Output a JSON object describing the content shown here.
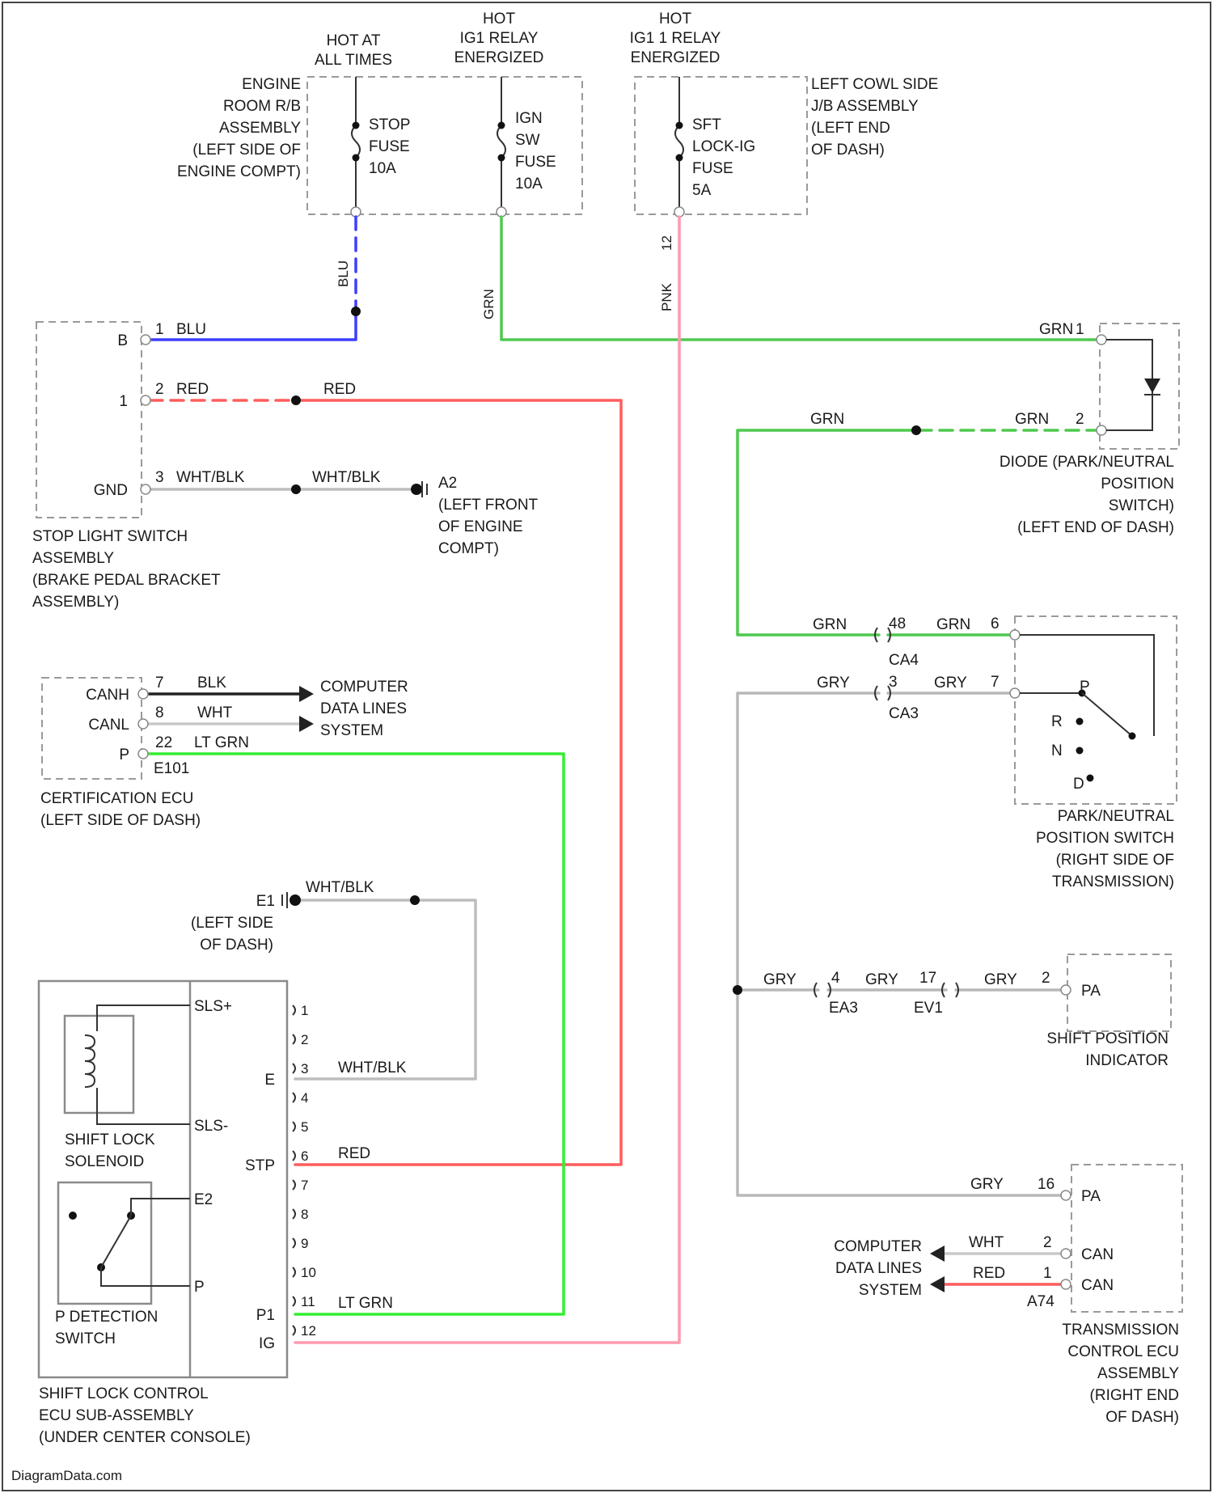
{
  "colors": {
    "BLU": "#3d3dff",
    "RED": "#ff5c5c",
    "GRN": "#4ec94e",
    "LT_GRN": "#33ee33",
    "PNK": "#ff9ab0",
    "GRY": "#b8b8b8",
    "WHT_BLK": "#bdbdbd",
    "BLK": "#222222",
    "WHT": "#c8c8c8"
  },
  "power": {
    "hot1": [
      "HOT AT",
      "ALL TIMES"
    ],
    "hot2": [
      "HOT",
      "IG1 RELAY",
      "ENERGIZED"
    ],
    "hot3": [
      "HOT",
      "IG1 1 RELAY",
      "ENERGIZED"
    ]
  },
  "engine_room": [
    "ENGINE",
    "ROOM R/B",
    "ASSEMBLY",
    "(LEFT SIDE OF",
    "ENGINE COMPT)"
  ],
  "fuses": {
    "stop": [
      "STOP",
      "FUSE",
      "10A"
    ],
    "ign": [
      "IGN",
      "SW",
      "FUSE",
      "10A"
    ],
    "sft": [
      "SFT",
      "LOCK-IG",
      "FUSE",
      "5A"
    ]
  },
  "cowl_jb": [
    "LEFT COWL SIDE",
    "J/B ASSEMBLY",
    "(LEFT END",
    "OF DASH)"
  ],
  "wire_labels": {
    "blu": "BLU",
    "grn": "GRN",
    "pnk": "PNK",
    "red": "RED",
    "wht_blk": "WHT/BLK",
    "gry": "GRY",
    "blk": "BLK",
    "wht": "WHT",
    "lt_grn": "LT GRN"
  },
  "stop_switch": {
    "pins": [
      "1",
      "2",
      "3"
    ],
    "terms": [
      "B",
      "1",
      "GND"
    ],
    "label": [
      "STOP LIGHT SWITCH",
      "ASSEMBLY",
      "(BRAKE PEDAL BRACKET",
      "ASSEMBLY)"
    ]
  },
  "ground_a2": [
    "A2",
    "(LEFT FRONT",
    "OF ENGINE",
    "COMPT)"
  ],
  "diode": {
    "pins": [
      "1",
      "2"
    ],
    "label": [
      "DIODE (PARK/NEUTRAL",
      "POSITION",
      "SWITCH)",
      "(LEFT END OF DASH)"
    ]
  },
  "cert_ecu": {
    "terms": [
      "CANH",
      "CANL",
      "P"
    ],
    "pins": [
      "7",
      "8",
      "22"
    ],
    "conn": "E101",
    "label": [
      "CERTIFICATION ECU",
      "(LEFT SIDE OF DASH)"
    ]
  },
  "computer_lines": [
    "COMPUTER",
    "DATA LINES",
    "SYSTEM"
  ],
  "pnp_switch": {
    "pin6": "6",
    "pin7": "7",
    "conn_ca4": "CA4",
    "pin48": "48",
    "conn_ca3": "CA3",
    "pin3": "3",
    "positions": [
      "R",
      "N",
      "D",
      "P"
    ],
    "label": [
      "PARK/NEUTRAL",
      "POSITION SWITCH",
      "(RIGHT SIDE OF",
      "TRANSMISSION)"
    ]
  },
  "ground_e1": [
    "E1",
    "(LEFT SIDE",
    "OF DASH)"
  ],
  "shift_indicator": {
    "pin4": "4",
    "conn_ea3": "EA3",
    "pin17": "17",
    "conn_ev1": "EV1",
    "pin2": "2",
    "term": "PA",
    "label": [
      "SHIFT POSITION",
      "INDICATOR"
    ]
  },
  "shift_lock_ecu": {
    "terms": [
      "SLS+",
      "SLS-",
      "E",
      "STP",
      "E2",
      "P",
      "P1",
      "IG"
    ],
    "pins": [
      "1",
      "2",
      "3",
      "4",
      "5",
      "6",
      "7",
      "8",
      "9",
      "10",
      "11",
      "12"
    ],
    "solenoid": [
      "SHIFT LOCK",
      "SOLENOID"
    ],
    "detection": [
      "P DETECTION",
      "SWITCH"
    ],
    "label": [
      "SHIFT LOCK CONTROL",
      "ECU SUB-ASSEMBLY",
      "(UNDER CENTER CONSOLE)"
    ]
  },
  "tcm": {
    "pins": [
      "16",
      "2",
      "1"
    ],
    "terms": [
      "PA",
      "CAN",
      "CAN"
    ],
    "conn": "A74",
    "label": [
      "TRANSMISSION",
      "CONTROL ECU",
      "ASSEMBLY",
      "(RIGHT END",
      "OF DASH)"
    ]
  },
  "watermark": "DiagramData.com"
}
